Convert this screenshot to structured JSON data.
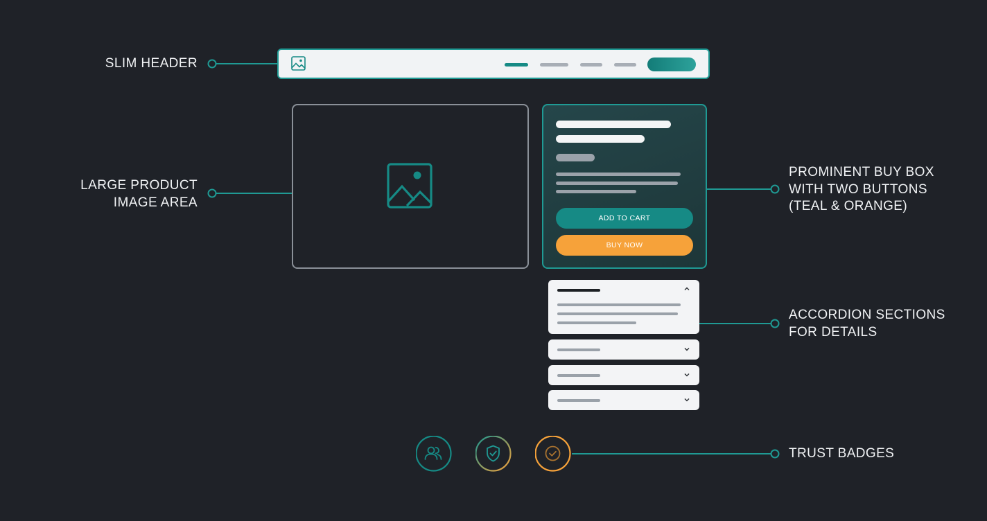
{
  "callouts": {
    "header": "SLIM HEADER",
    "image": "LARGE PRODUCT\nIMAGE AREA",
    "buybox": "PROMINENT BUY BOX\nWITH TWO BUTTONS\n(TEAL & ORANGE)",
    "accordion": "ACCORDION SECTIONS\nFOR DETAILS",
    "badges": "TRUST BADGES"
  },
  "buy_box": {
    "add_to_cart_label": "ADD TO CART",
    "buy_now_label": "BUY NOW"
  },
  "icons": {
    "header_logo": "image-icon",
    "product_image": "image-icon",
    "badges": [
      "users-icon",
      "shield-check-icon",
      "check-circle-icon"
    ]
  },
  "colors": {
    "background": "#1f2228",
    "teal": "#168a85",
    "orange": "#f6a23a",
    "light_panel": "#f1f3f5",
    "placeholder_gray": "#9aa1a9"
  }
}
